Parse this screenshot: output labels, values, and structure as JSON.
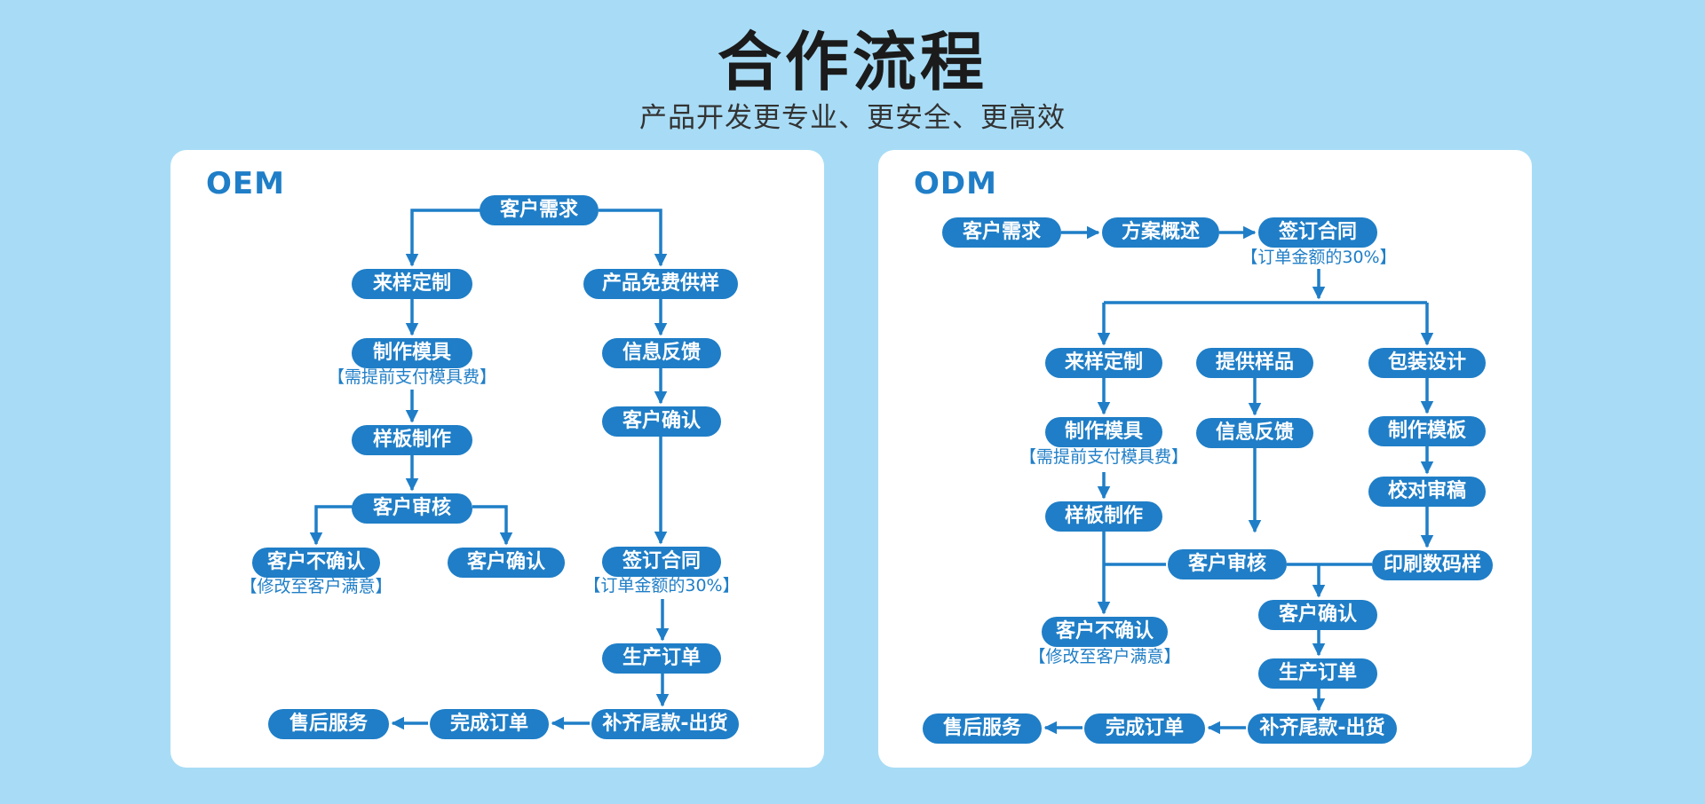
{
  "header": {
    "title": "合作流程",
    "subtitle": "产品开发更专业、更安全、更高效"
  },
  "oem": {
    "label": "OEM",
    "nodes": {
      "customer_need": "客户需求",
      "sample_custom": "来样定制",
      "free_sample": "产品免费供样",
      "make_mold": "制作模具",
      "mold_note": "【需提前支付模具费】",
      "feedback": "信息反馈",
      "sample_making": "样板制作",
      "customer_confirm_right": "客户确认",
      "customer_review": "客户审核",
      "customer_reject": "客户不确认",
      "reject_note": "【修改至客户满意】",
      "customer_confirm_left": "客户确认",
      "sign_contract": "签订合同",
      "contract_note": "【订单金额的30%】",
      "production_order": "生产订单",
      "after_sales": "售后服务",
      "complete_order": "完成订单",
      "balance_ship": "补齐尾款-出货"
    }
  },
  "odm": {
    "label": "ODM",
    "nodes": {
      "customer_need": "客户需求",
      "plan_overview": "方案概述",
      "sign_contract": "签订合同",
      "contract_note": "【订单金额的30%】",
      "sample_custom": "来样定制",
      "provide_sample": "提供样品",
      "packaging_design": "包装设计",
      "make_mold": "制作模具",
      "mold_note": "【需提前支付模具费】",
      "feedback": "信息反馈",
      "make_template": "制作模板",
      "proofread": "校对审稿",
      "sample_making": "样板制作",
      "customer_review": "客户审核",
      "print_sample": "印刷数码样",
      "customer_confirm": "客户确认",
      "customer_reject": "客户不确认",
      "reject_note": "【修改至客户满意】",
      "production_order": "生产订单",
      "after_sales": "售后服务",
      "complete_order": "完成订单",
      "balance_ship": "补齐尾款-出货"
    }
  },
  "colors": {
    "background": "#a8dcf6",
    "accent": "#1f7ec7",
    "panel": "#ffffff"
  }
}
